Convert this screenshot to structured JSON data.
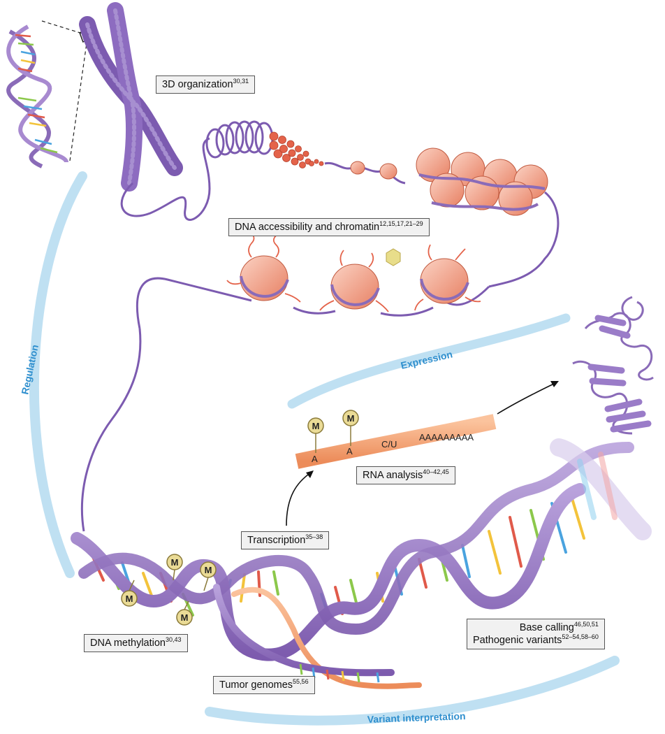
{
  "labels": {
    "organization": {
      "text": "3D organization",
      "refs": "30,31"
    },
    "chromatin": {
      "text": "DNA accessibility and chromatin",
      "refs": "12,15,17,21–29"
    },
    "rna": {
      "text": "RNA analysis",
      "refs": "40–42,45"
    },
    "transcription": {
      "text": "Transcription",
      "refs": "35–38"
    },
    "methylation": {
      "text": "DNA methylation",
      "refs": "30,43"
    },
    "tumor": {
      "text": "Tumor genomes",
      "refs": "55,56"
    },
    "base_calling": {
      "text": "Base calling",
      "refs": "46,50,51"
    },
    "pathogenic": {
      "text": "Pathogenic variants",
      "refs": "52–54,58–60"
    }
  },
  "arcs": {
    "regulation": "Regulation",
    "expression": "Expression",
    "variant": "Variant interpretation"
  },
  "rna_strand": {
    "base1": "A",
    "base2": "A",
    "edit": "C/U",
    "polya": "AAAAAAAAA",
    "mark": "M"
  },
  "methyl_mark": "M",
  "colors": {
    "dna_purple": "#8a6bb8",
    "nucleosome": "#f0a08a",
    "arc_blue": "#bfe0f2",
    "arc_text": "#2f8fce",
    "rna_orange": "#f5a878",
    "methyl_yellow": "#eadb96"
  }
}
